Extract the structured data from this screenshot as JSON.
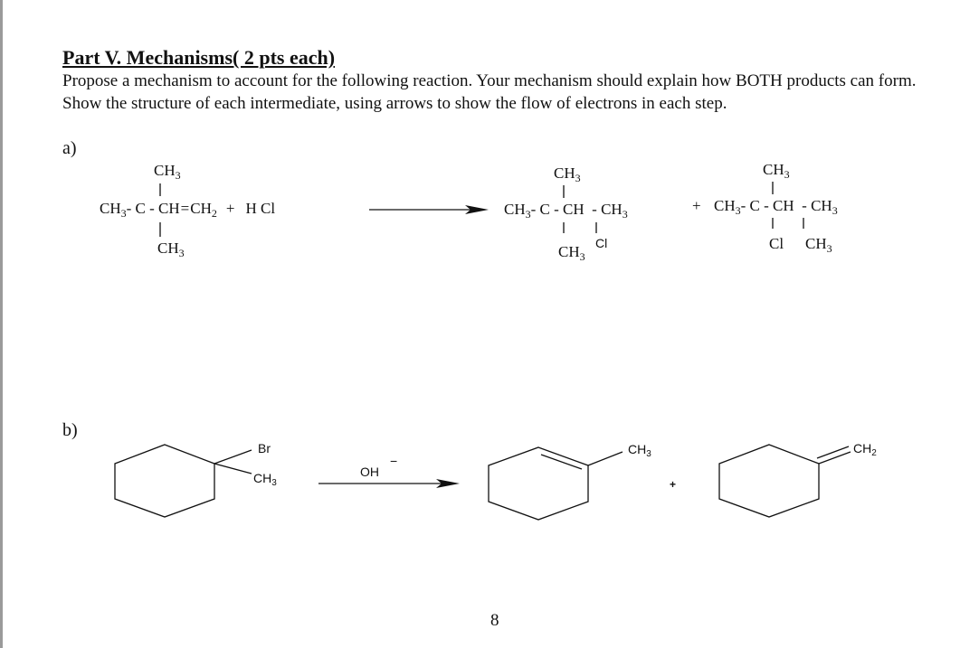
{
  "page": {
    "heading": "Part V. Mechanisms( 2 pts each)",
    "instructions": "Propose a mechanism to account for the following reaction. Your mechanism should explain how BOTH products can form. Show the structure of each intermediate, using arrows to show the flow of electrons in each step.",
    "page_number": "8"
  },
  "part_a": {
    "label": "a)",
    "reactant": {
      "top": "CH",
      "bottom": "CH",
      "chain": [
        "CH",
        "- C - CH",
        "=",
        "CH",
        "+",
        "H Cl"
      ]
    },
    "product1": {
      "top": "CH",
      "chain": "CH",
      "tail": "- C - CH  - CH",
      "below_c": "CH",
      "below_ch": "Cl"
    },
    "plus": "+",
    "product2": {
      "top": "CH",
      "chain": "CH",
      "tail": "- C - CH  - CH",
      "below_c": "Cl",
      "below_ch": "CH"
    },
    "sub3": "3",
    "sub2": "2"
  },
  "part_b": {
    "label": "b)",
    "reactant_br": "Br",
    "reactant_ch3": "CH",
    "reagent": "OH",
    "reagent_charge": "−",
    "product1_ch3": "CH",
    "plus": "+",
    "product2_ch2": "CH",
    "sub3": "3",
    "sub2": "2"
  }
}
